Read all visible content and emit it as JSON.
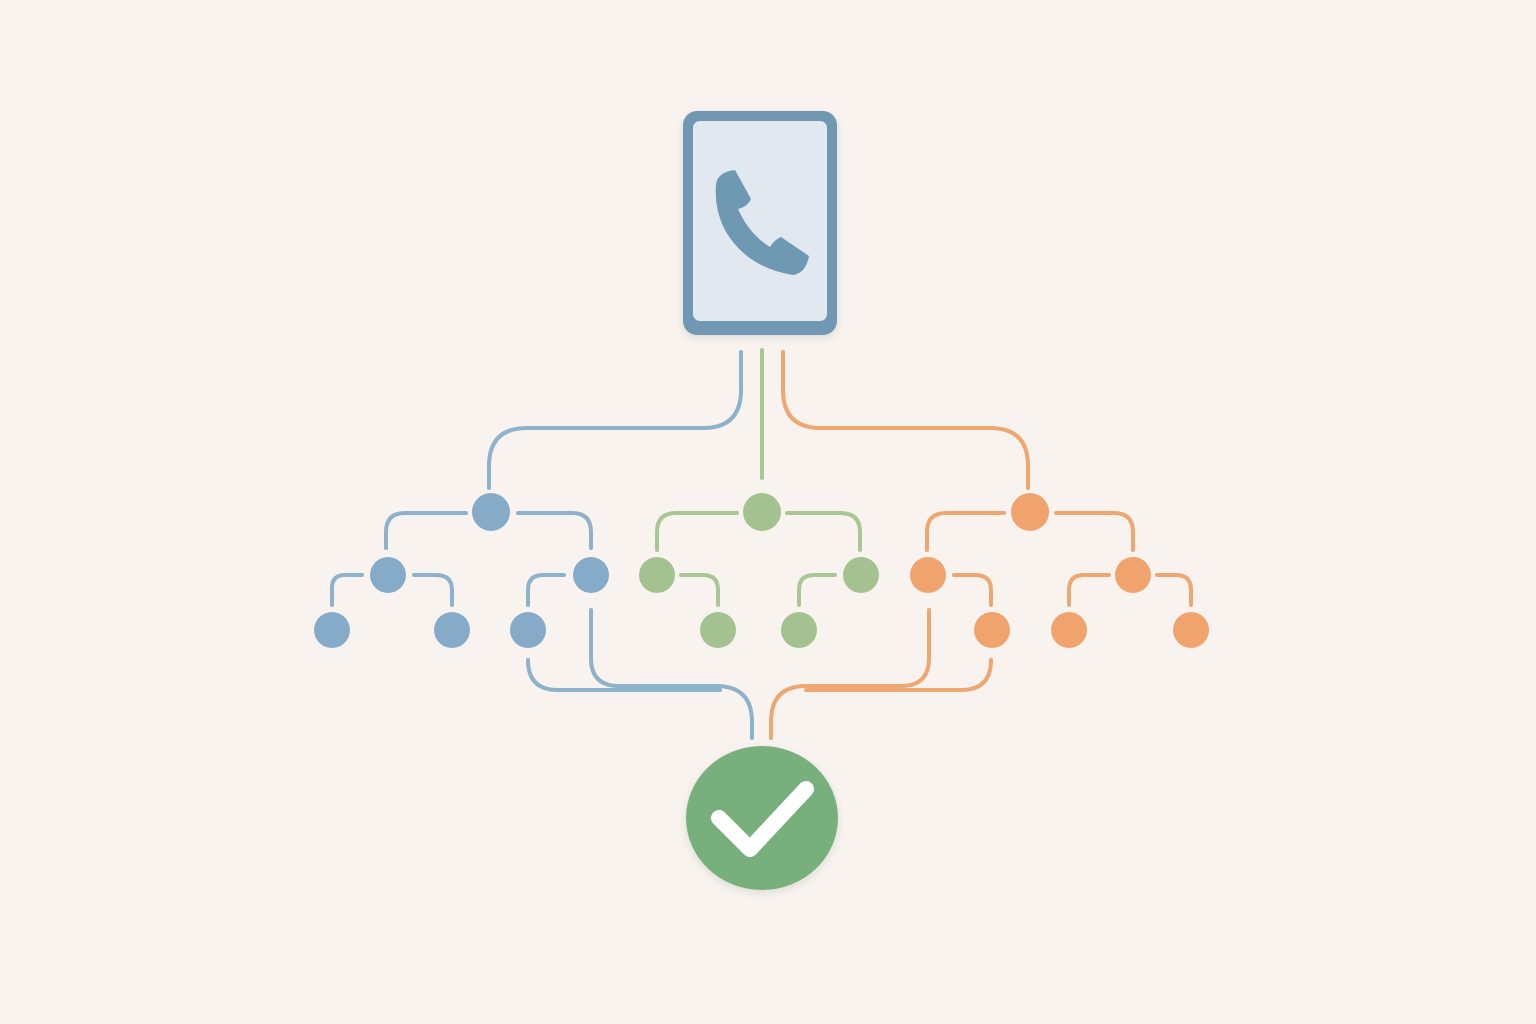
{
  "colors": {
    "background": "#f8f3ee",
    "phone_frame": "#6f98b2",
    "phone_screen": "#e1e8ef",
    "phone_icon": "#6f98b2",
    "branch_blue_line": "#8db2cc",
    "branch_blue_node": "#86abc8",
    "branch_green_line": "#a9c794",
    "branch_green_node": "#a3c28f",
    "branch_orange_line": "#eea771",
    "branch_orange_node": "#f0a36d",
    "success": "#78b07d",
    "check": "#ffffff"
  },
  "icons": {
    "top": "phone-icon",
    "bottom": "checkmark-icon"
  },
  "diagram": {
    "type": "call-routing-tree",
    "branches": [
      "blue",
      "green",
      "orange"
    ]
  }
}
